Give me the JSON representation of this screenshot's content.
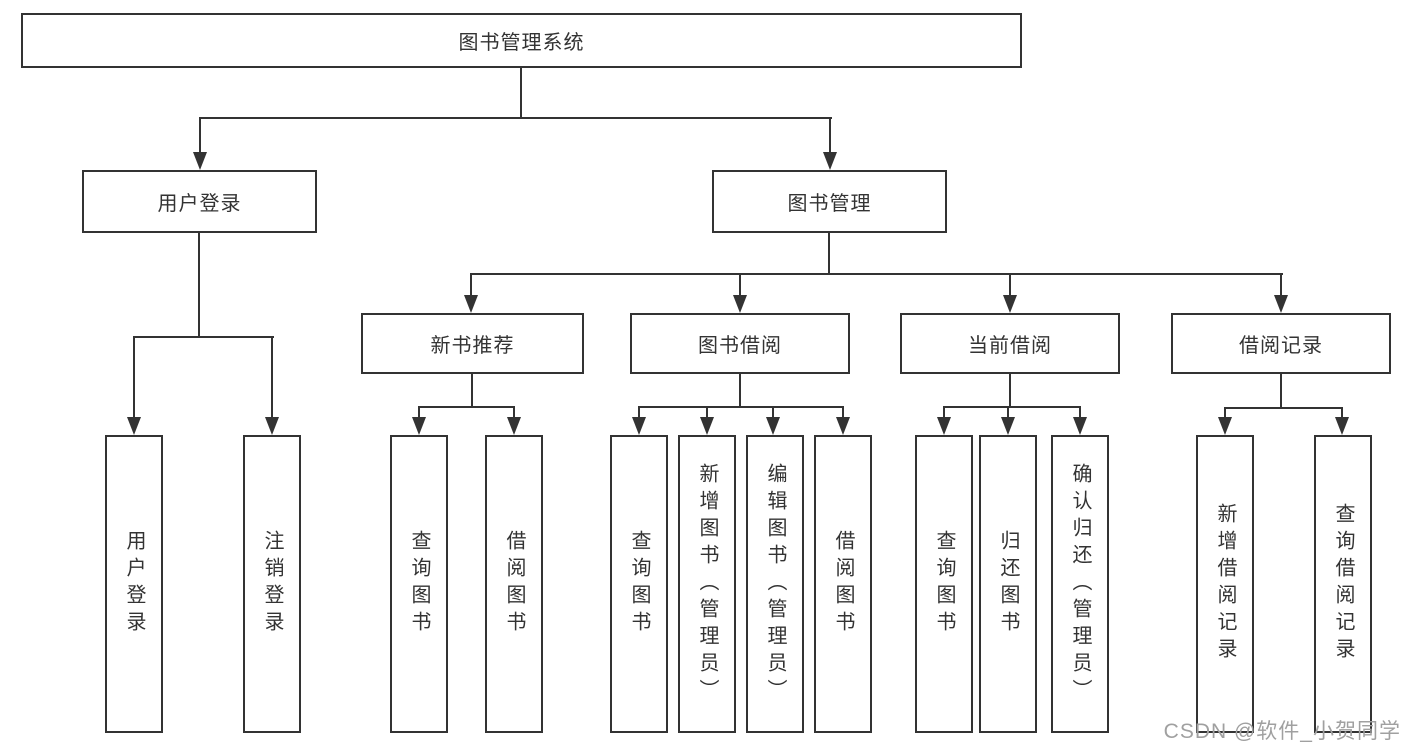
{
  "tree": {
    "label": "图书管理系统",
    "children": [
      {
        "label": "用户登录",
        "children": [
          {
            "label": "用户登录"
          },
          {
            "label": "注销登录"
          }
        ]
      },
      {
        "label": "图书管理",
        "children": [
          {
            "label": "新书推荐",
            "children": [
              {
                "label": "查询图书"
              },
              {
                "label": "借阅图书"
              }
            ]
          },
          {
            "label": "图书借阅",
            "children": [
              {
                "label": "查询图书"
              },
              {
                "label": "新增图书（管理员）"
              },
              {
                "label": "编辑图书（管理员）"
              },
              {
                "label": "借阅图书"
              }
            ]
          },
          {
            "label": "当前借阅",
            "children": [
              {
                "label": "查询图书"
              },
              {
                "label": "归还图书"
              },
              {
                "label": "确认归还（管理员）"
              }
            ]
          },
          {
            "label": "借阅记录",
            "children": [
              {
                "label": "新增借阅记录"
              },
              {
                "label": "查询借阅记录"
              }
            ]
          }
        ]
      }
    ]
  },
  "watermark": {
    "text": "CSDN @软件_小贺同学"
  },
  "colors": {
    "line": "#333333",
    "text": "#333333",
    "watermark": "#a0a0a0",
    "background": "#ffffff"
  }
}
